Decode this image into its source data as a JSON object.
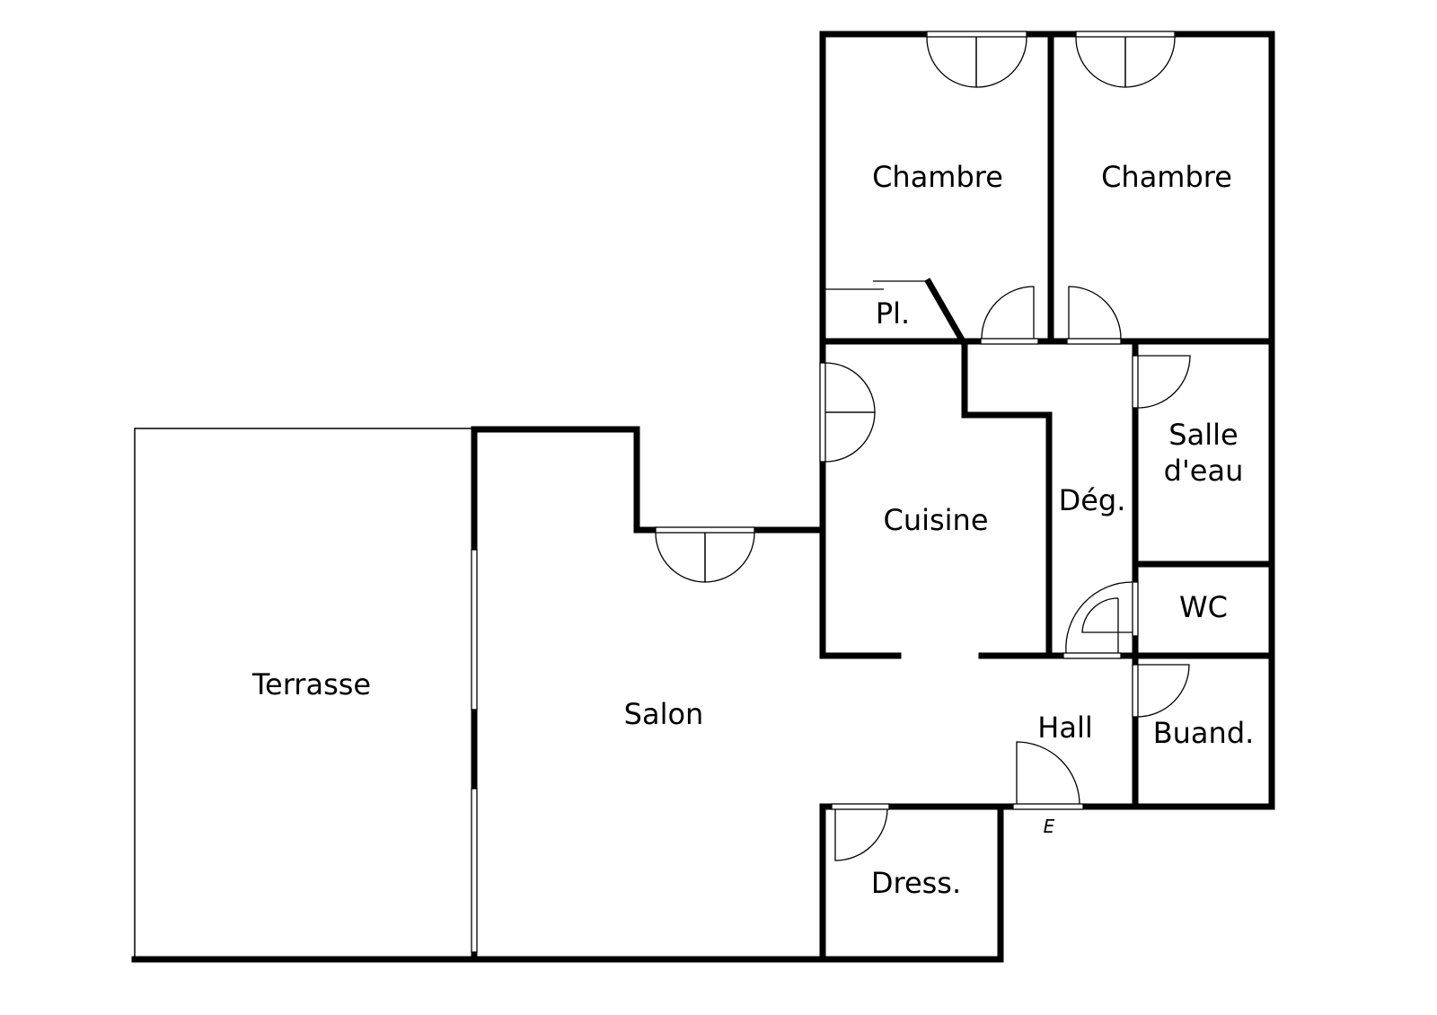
{
  "rooms": {
    "chambre1": "Chambre",
    "chambre2": "Chambre",
    "placard": "Pl.",
    "cuisine": "Cuisine",
    "degagement": "Dég.",
    "salle_eau_1": "Salle",
    "salle_eau_2": "d'eau",
    "wc": "WC",
    "terrasse": "Terrasse",
    "salon": "Salon",
    "hall": "Hall",
    "buanderie": "Buand.",
    "dressing": "Dress."
  },
  "entrance_marker": "E",
  "colors": {
    "wall": "#000000",
    "background": "#ffffff"
  }
}
